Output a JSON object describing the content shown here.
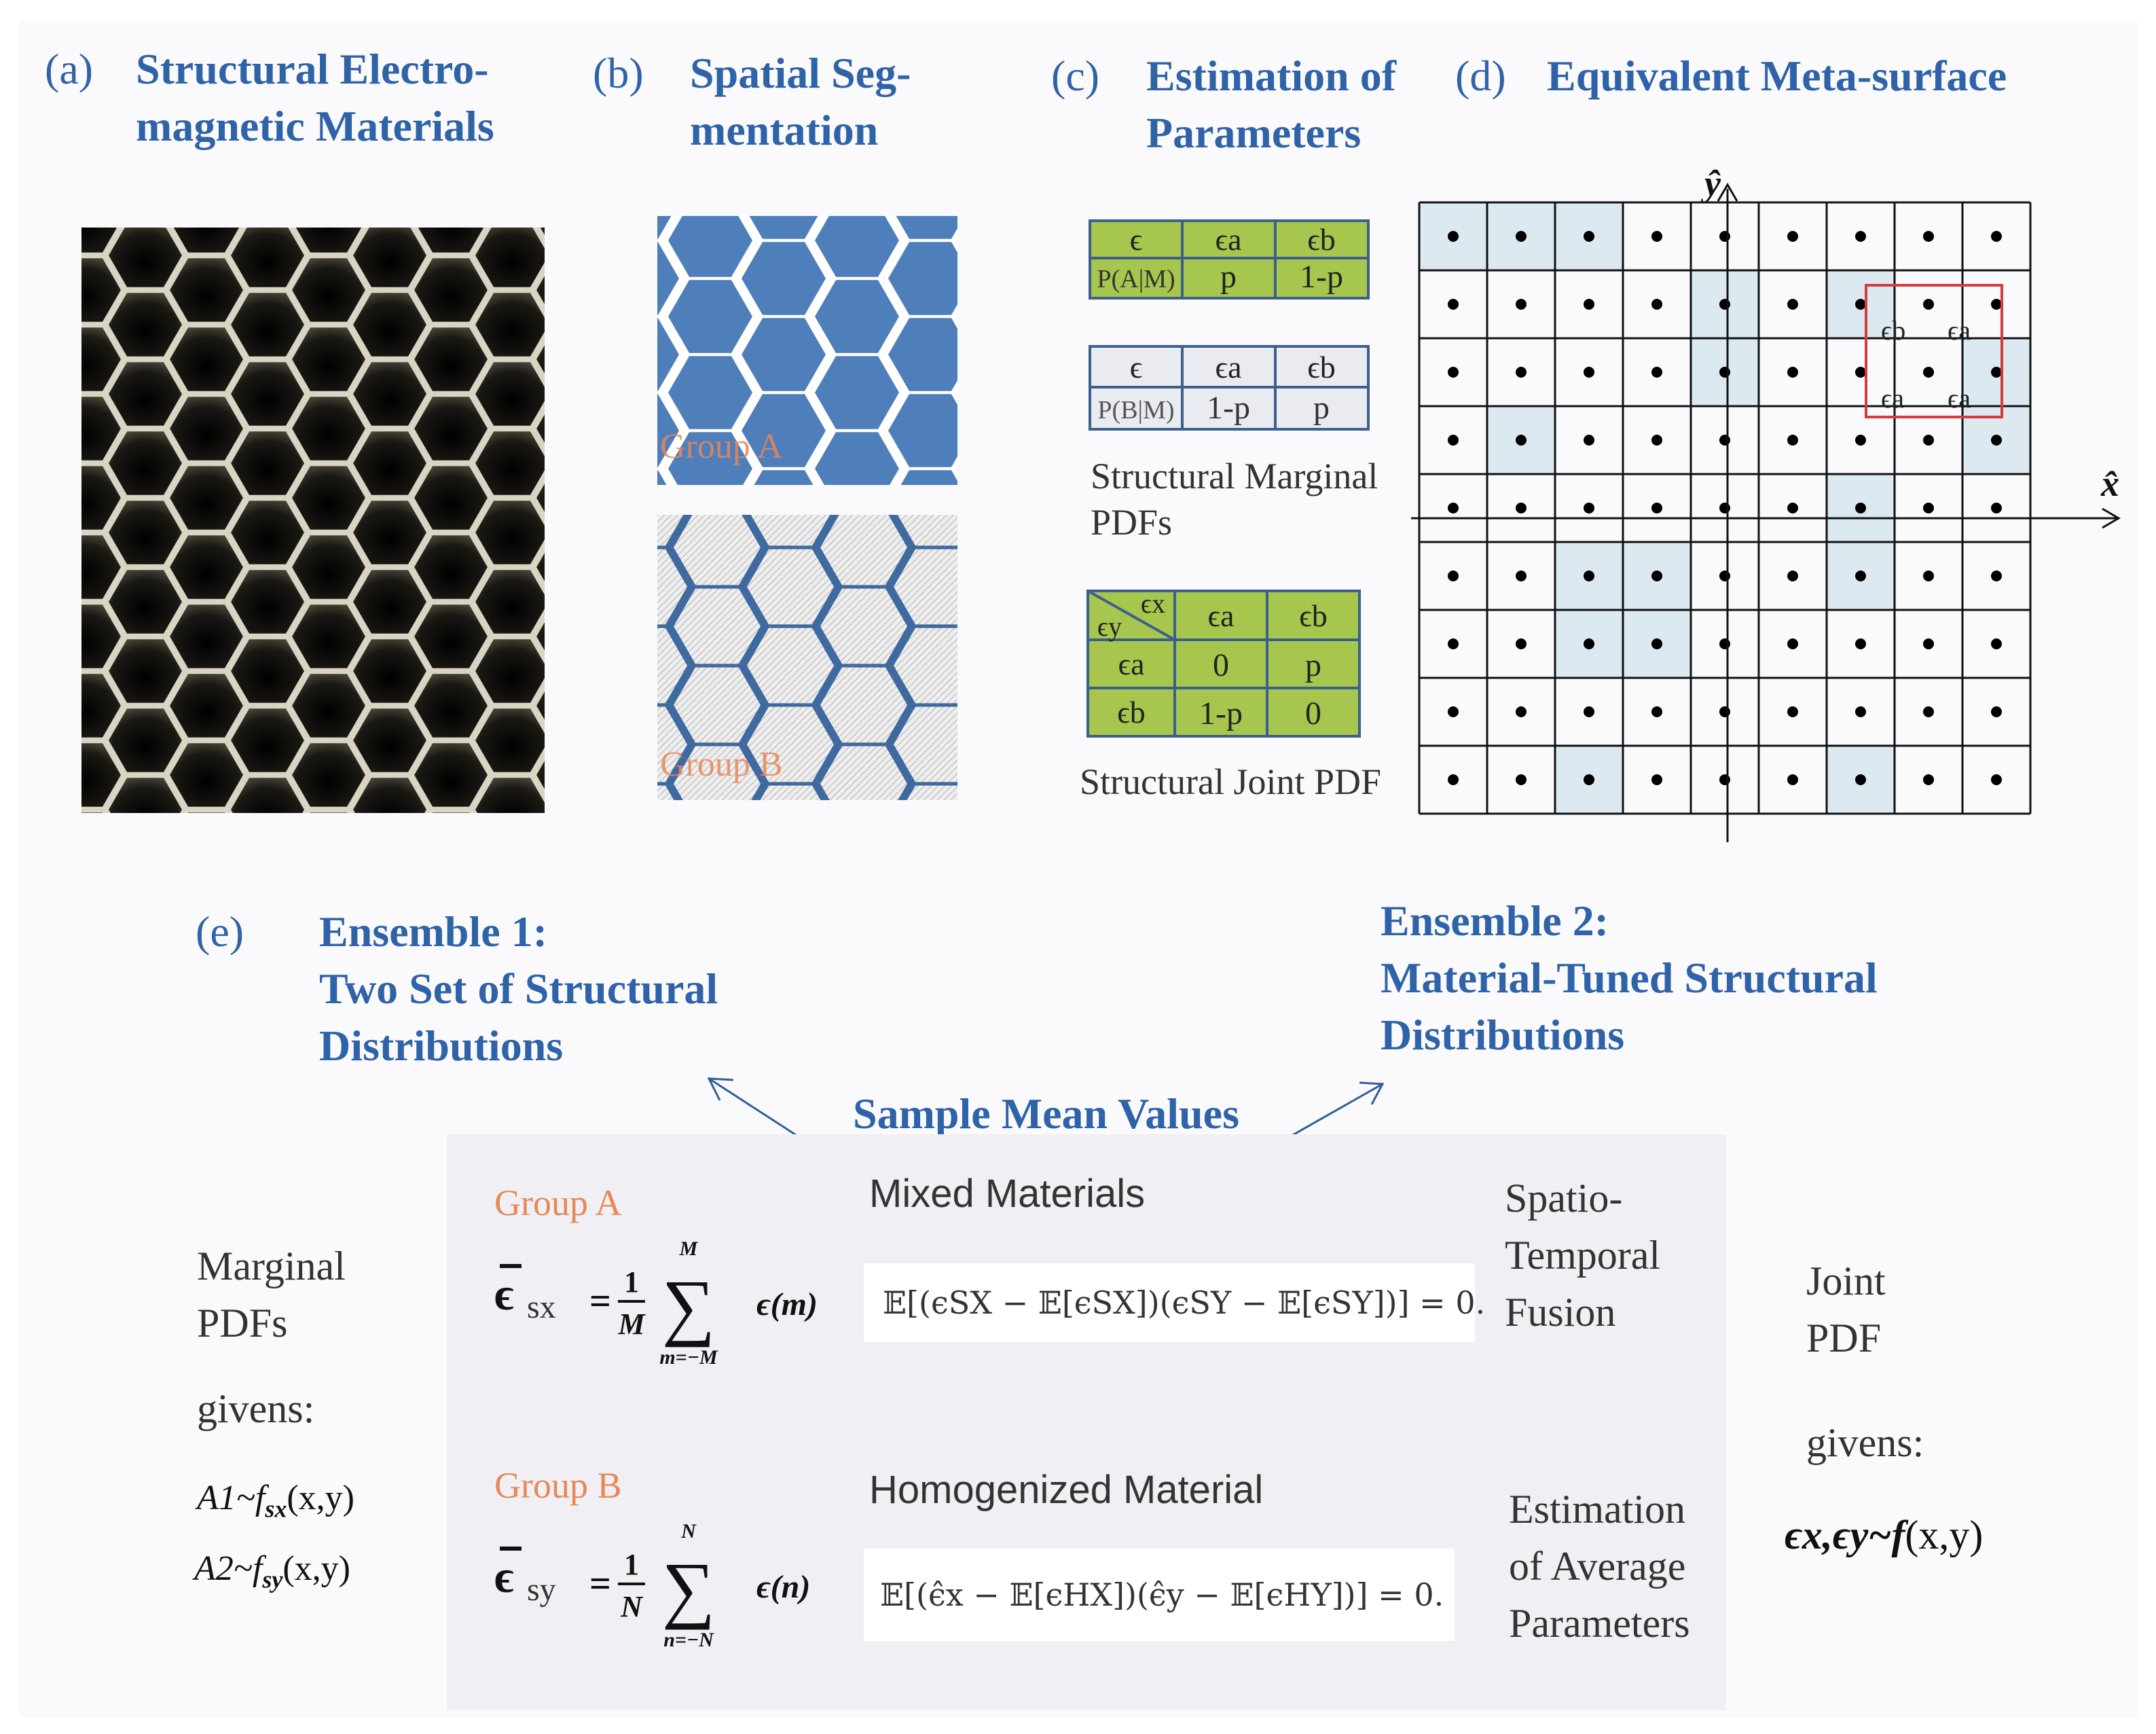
{
  "panel_a": {
    "label": "(a)",
    "title_line1": "Structural Electro-",
    "title_line2": "magnetic Materials"
  },
  "panel_b": {
    "label": "(b)",
    "title_line1": "Spatial Seg-",
    "title_line2": "mentation",
    "group_a": "Group A",
    "group_b": "Group B"
  },
  "panel_c": {
    "label": "(c)",
    "title_line1": "Estimation of",
    "title_line2": "Parameters",
    "table1": {
      "header": [
        "ϵ",
        "ϵa",
        "ϵb"
      ],
      "row": [
        "P(A|M)",
        "p",
        "1-p"
      ]
    },
    "table2": {
      "header": [
        "ϵ",
        "ϵa",
        "ϵb"
      ],
      "row": [
        "P(B|M)",
        "1-p",
        "p"
      ]
    },
    "marginal_caption_line1": "Structural Marginal",
    "marginal_caption_line2": "PDFs",
    "joint_table": {
      "corner_x": "ϵx",
      "corner_y": "ϵy",
      "cols": [
        "ϵa",
        "ϵb"
      ],
      "rows": [
        {
          "label": "ϵa",
          "values": [
            "0",
            "p"
          ]
        },
        {
          "label": "ϵb",
          "values": [
            "1-p",
            "0"
          ]
        }
      ]
    },
    "joint_caption": "Structural Joint PDF"
  },
  "panel_d": {
    "label": "(d)",
    "title": "Equivalent Meta-surface",
    "y_axis": "ŷ",
    "x_axis": "x̂",
    "highlight_labels": [
      "ϵb",
      "ϵa",
      "ϵa",
      "ϵa"
    ]
  },
  "panel_e": {
    "label": "(e)",
    "ensemble1_line1": "Ensemble 1:",
    "ensemble1_line2": "Two Set of Structural",
    "ensemble1_line3": "Distributions",
    "ensemble2_line1": "Ensemble 2:",
    "ensemble2_line2": "Material-Tuned Structural",
    "ensemble2_line3": "Distributions",
    "center_title": "Sample Mean Values",
    "left_line1": "Marginal",
    "left_line2": "PDFs",
    "left_line3": "givens:",
    "left_eq1": "A1~f",
    "left_eq1_sub": "sx",
    "left_eq1_tail": "(x,y)",
    "left_eq2": "A2~f",
    "left_eq2_sub": "sy",
    "left_eq2_tail": "(x,y)",
    "group_a": "Group A",
    "group_b": "Group B",
    "mean_a_sym": "ϵ",
    "mean_a_sub": "sx",
    "mean_a_frac_num": "1",
    "mean_a_frac_den": "M",
    "mean_a_sum_top": "M",
    "mean_a_sum_bot": "m=−M",
    "mean_a_term": "ϵ(m)",
    "mean_b_sym": "ϵ",
    "mean_b_sub": "sy",
    "mean_b_frac_num": "1",
    "mean_b_frac_den": "N",
    "mean_b_sum_top": "N",
    "mean_b_sum_bot": "n=−N",
    "mean_b_term": "ϵ(n)",
    "mixed_title": "Mixed Materials",
    "mixed_eq": "𝔼[(ϵSX − 𝔼[ϵSX])(ϵSY − 𝔼[ϵSY])] = 0.",
    "homog_title": "Homogenized Material",
    "homog_eq": "𝔼[(ϵ̂x − 𝔼[ϵHX])(ϵ̂y − 𝔼[ϵHY])] = 0.",
    "right1_line1": "Spatio-",
    "right1_line2": "Temporal",
    "right1_line3": "Fusion",
    "right2_line1": "Estimation",
    "right2_line2": "of Average",
    "right2_line3": "Parameters",
    "joint_line1": "Joint",
    "joint_line2": "PDF",
    "joint_line3": "givens:",
    "joint_eq": "ϵx,ϵy~f",
    "joint_eq_tail": "(x,y)"
  },
  "colors": {
    "title_blue": "#2f63a8",
    "hex_blue": "#4f7fba",
    "hex_dark_blue": "#3f6a9f",
    "table_green": "#a6c64e",
    "cell_highlight": "#dce9f0",
    "orange": "#e8875a",
    "red": "#d63a3a"
  }
}
